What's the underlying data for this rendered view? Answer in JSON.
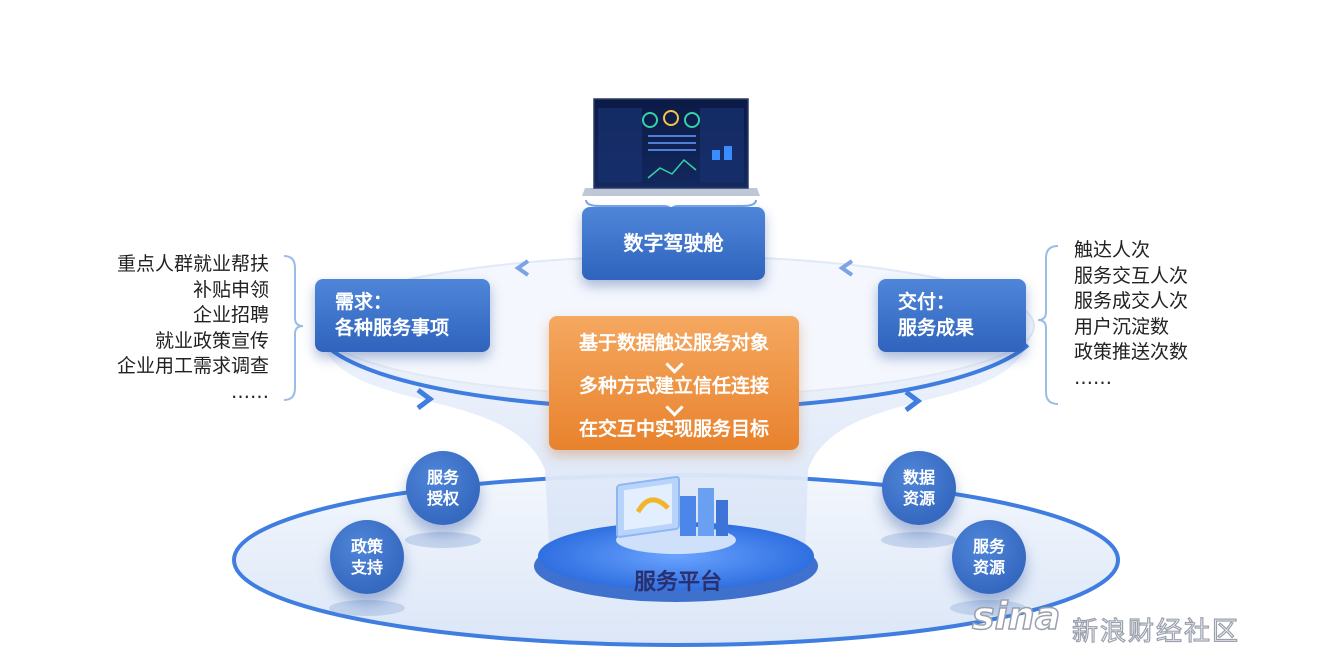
{
  "cockpit": {
    "label": "数字驾驶舱"
  },
  "demand": {
    "title": "需求：",
    "subtitle": "各种服务事项"
  },
  "delivery": {
    "title": "交付：",
    "subtitle": "服务成果"
  },
  "process_steps": [
    "基于数据触达服务对象",
    "多种方式建立信任连接",
    "在交互中实现服务目标"
  ],
  "demand_items": [
    "重点人群就业帮扶",
    "补贴申领",
    "企业招聘",
    "就业政策宣传",
    "企业用工需求调查",
    "……"
  ],
  "delivery_items": [
    "触达人次",
    "服务交互人次",
    "服务成交人次",
    "用户沉淀数",
    "政策推送次数",
    "……"
  ],
  "bubbles": {
    "service_auth": [
      "服务",
      "授权"
    ],
    "policy_support": [
      "政策",
      "支持"
    ],
    "data_resources": [
      "数据",
      "资源"
    ],
    "service_resources": [
      "服务",
      "资源"
    ]
  },
  "platform": {
    "label": "服务平台"
  },
  "watermark": {
    "logo": "sina",
    "text": "新浪财经社区"
  },
  "colors": {
    "box_blue": "#3a6fca",
    "orange": "#ec8a35",
    "funnel_light": "#e3ecfa"
  }
}
